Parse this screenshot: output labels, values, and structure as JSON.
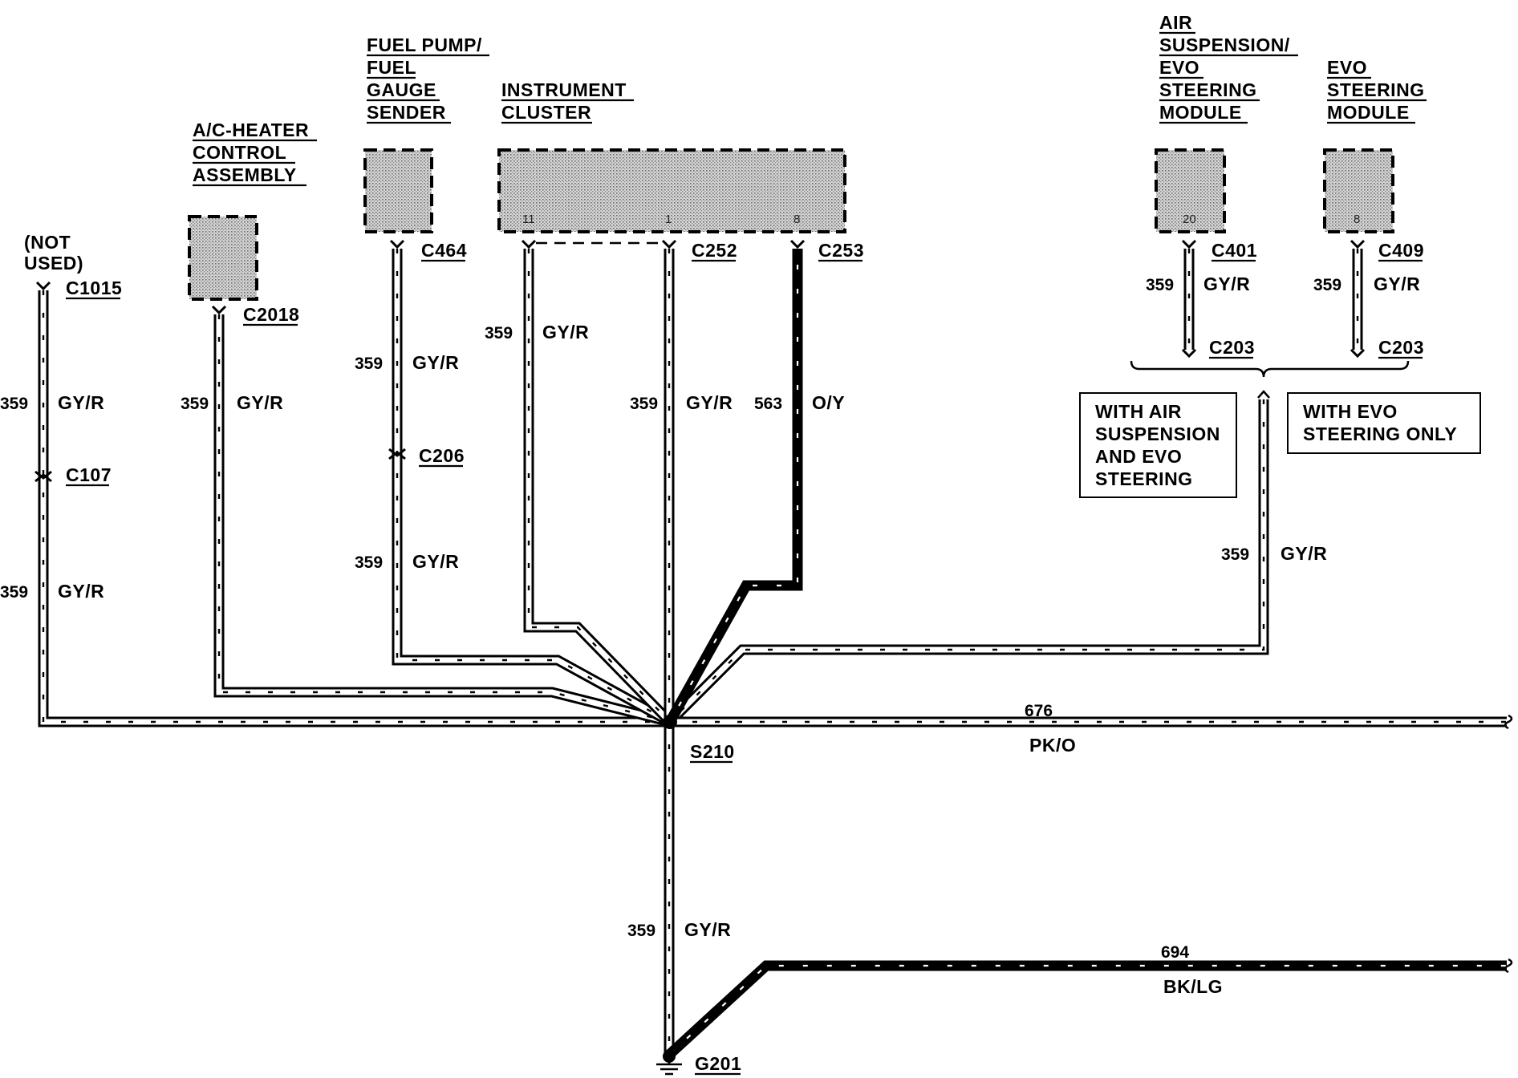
{
  "components": {
    "ac_heater": [
      "A/C-HEATER",
      "CONTROL",
      "ASSEMBLY"
    ],
    "fuel_pump": [
      "FUEL PUMP/",
      "FUEL",
      "GAUGE",
      "SENDER"
    ],
    "instrument_cluster": [
      "INSTRUMENT",
      "CLUSTER"
    ],
    "air_suspension": [
      "AIR",
      "SUSPENSION/",
      "EVO",
      "STEERING",
      "MODULE"
    ],
    "evo_steering": [
      "EVO",
      "STEERING",
      "MODULE"
    ],
    "not_used": [
      "(NOT",
      "USED)"
    ]
  },
  "pins": {
    "cluster_left": "11",
    "cluster_mid": "1",
    "cluster_right": "8",
    "air_suspension": "20",
    "evo_steering": "8"
  },
  "connectors": {
    "c1015": "C1015",
    "c107": "C107",
    "c2018": "C2018",
    "c464": "C464",
    "c206": "C206",
    "c252": "C252",
    "c253": "C253",
    "c401": "C401",
    "c409": "C409",
    "c203_left": "C203",
    "c203_right": "C203",
    "s210": "S210",
    "g201": "G201"
  },
  "wires": {
    "w359": "359",
    "gyr": "GY/R",
    "w563": "563",
    "oy": "O/Y",
    "w676": "676",
    "pko": "PK/O",
    "w694": "694",
    "bklg": "BK/LG"
  },
  "notes": {
    "air_and_evo": [
      "WITH AIR",
      "SUSPENSION",
      "AND EVO",
      "STEERING"
    ],
    "evo_only": [
      "WITH EVO",
      "STEERING ONLY"
    ]
  }
}
